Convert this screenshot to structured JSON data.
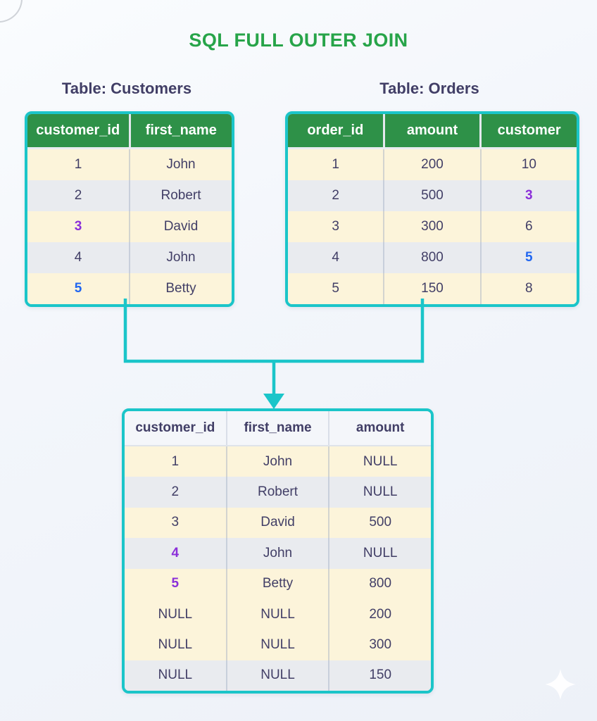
{
  "title": "SQL FULL OUTER JOIN",
  "colors": {
    "title_green": "#27a449",
    "header_green": "#2e9148",
    "accent_teal": "#1bc5c9",
    "row_cream": "#fcf4da",
    "row_gray": "#e9ebef",
    "text_navy": "#413e66",
    "highlight_purple": "#8b2fd9",
    "highlight_blue": "#2166f0"
  },
  "icons": {
    "sparkle": "four-pointed-star"
  },
  "tables": {
    "customers": {
      "label": "Table: Customers",
      "headers": [
        "customer_id",
        "first_name"
      ],
      "row_styles": [
        "cream",
        "gray",
        "cream",
        "gray",
        "cream"
      ],
      "rows": [
        [
          "1",
          "John"
        ],
        [
          "2",
          "Robert"
        ],
        [
          {
            "t": "3",
            "c": "purple"
          },
          "David"
        ],
        [
          "4",
          "John"
        ],
        [
          {
            "t": "5",
            "c": "blue"
          },
          "Betty"
        ]
      ]
    },
    "orders": {
      "label": "Table: Orders",
      "headers": [
        "order_id",
        "amount",
        "customer"
      ],
      "row_styles": [
        "cream",
        "gray",
        "cream",
        "gray",
        "cream"
      ],
      "rows": [
        [
          "1",
          "200",
          "10"
        ],
        [
          "2",
          "500",
          {
            "t": "3",
            "c": "purple"
          }
        ],
        [
          "3",
          "300",
          "6"
        ],
        [
          "4",
          "800",
          {
            "t": "5",
            "c": "blue"
          }
        ],
        [
          "5",
          "150",
          "8"
        ]
      ]
    },
    "result": {
      "headers": [
        "customer_id",
        "first_name",
        "amount"
      ],
      "row_styles": [
        "cream",
        "gray",
        "cream",
        "gray",
        "cream",
        "cream",
        "cream",
        "gray"
      ],
      "rows": [
        [
          "1",
          "John",
          "NULL"
        ],
        [
          "2",
          "Robert",
          "NULL"
        ],
        [
          "3",
          "David",
          "500"
        ],
        [
          {
            "t": "4",
            "c": "purple"
          },
          "John",
          "NULL"
        ],
        [
          {
            "t": "5",
            "c": "purple"
          },
          "Betty",
          "800"
        ],
        [
          "NULL",
          "NULL",
          "200"
        ],
        [
          "NULL",
          "NULL",
          "300"
        ],
        [
          "NULL",
          "NULL",
          "150"
        ]
      ]
    }
  }
}
